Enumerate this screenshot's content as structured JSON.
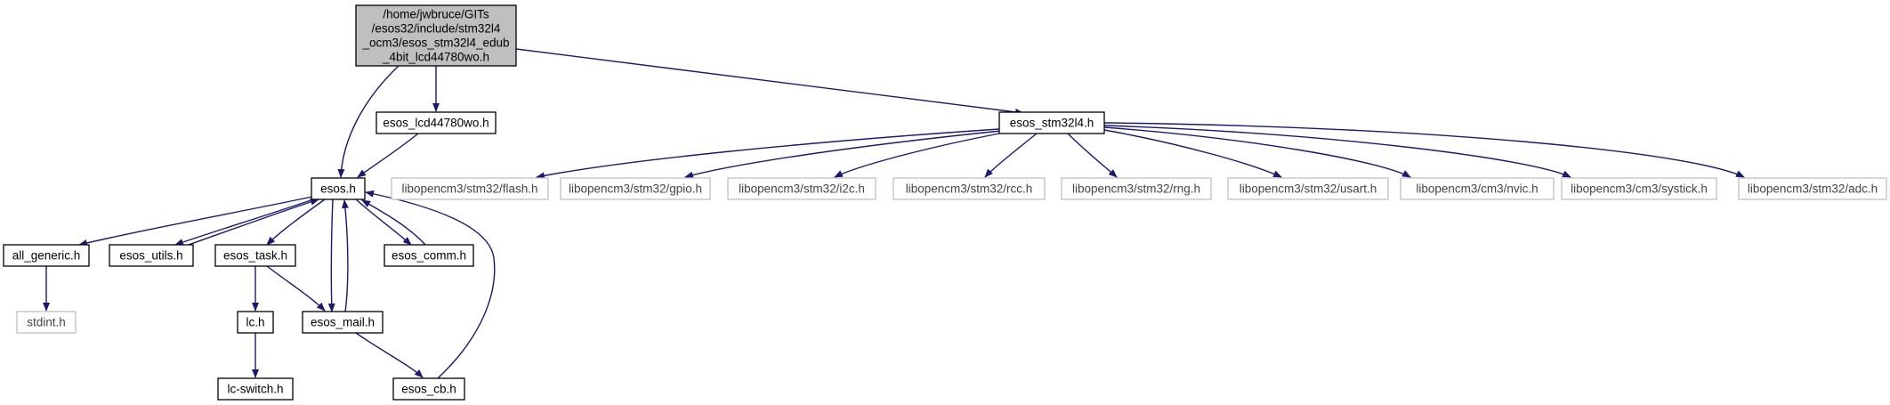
{
  "diagram": {
    "colors": {
      "edge": "#191970",
      "node_fill": "#ffffff",
      "node_border": "#000000",
      "external_border": "#bfbfbf",
      "root_fill": "#bfbfbf"
    },
    "nodes": {
      "root": {
        "lines": [
          "/home/jwbruce/GITs",
          "/esos32/include/stm32l4",
          "_ocm3/esos_stm32l4_edub",
          "_4bit_lcd44780wo.h"
        ],
        "kind": "root"
      },
      "lcd": {
        "lines": [
          "esos_lcd44780wo.h"
        ],
        "kind": "normal"
      },
      "stm32l4": {
        "lines": [
          "esos_stm32l4.h"
        ],
        "kind": "normal"
      },
      "esos": {
        "lines": [
          "esos.h"
        ],
        "kind": "normal"
      },
      "all_generic": {
        "lines": [
          "all_generic.h"
        ],
        "kind": "normal"
      },
      "utils": {
        "lines": [
          "esos_utils.h"
        ],
        "kind": "normal"
      },
      "task": {
        "lines": [
          "esos_task.h"
        ],
        "kind": "normal"
      },
      "comm": {
        "lines": [
          "esos_comm.h"
        ],
        "kind": "normal"
      },
      "stdint": {
        "lines": [
          "stdint.h"
        ],
        "kind": "external"
      },
      "lc": {
        "lines": [
          "lc.h"
        ],
        "kind": "normal"
      },
      "mail": {
        "lines": [
          "esos_mail.h"
        ],
        "kind": "normal"
      },
      "lcswitch": {
        "lines": [
          "lc-switch.h"
        ],
        "kind": "normal"
      },
      "cb": {
        "lines": [
          "esos_cb.h"
        ],
        "kind": "normal"
      },
      "flash": {
        "lines": [
          "libopencm3/stm32/flash.h"
        ],
        "kind": "external"
      },
      "gpio": {
        "lines": [
          "libopencm3/stm32/gpio.h"
        ],
        "kind": "external"
      },
      "i2c": {
        "lines": [
          "libopencm3/stm32/i2c.h"
        ],
        "kind": "external"
      },
      "rcc": {
        "lines": [
          "libopencm3/stm32/rcc.h"
        ],
        "kind": "external"
      },
      "rng": {
        "lines": [
          "libopencm3/stm32/rng.h"
        ],
        "kind": "external"
      },
      "usart": {
        "lines": [
          "libopencm3/stm32/usart.h"
        ],
        "kind": "external"
      },
      "nvic": {
        "lines": [
          "libopencm3/cm3/nvic.h"
        ],
        "kind": "external"
      },
      "systick": {
        "lines": [
          "libopencm3/cm3/systick.h"
        ],
        "kind": "external"
      },
      "adc": {
        "lines": [
          "libopencm3/stm32/adc.h"
        ],
        "kind": "external"
      }
    },
    "edges": [
      {
        "from": "root",
        "to": "esos"
      },
      {
        "from": "root",
        "to": "lcd"
      },
      {
        "from": "root",
        "to": "stm32l4"
      },
      {
        "from": "lcd",
        "to": "esos"
      },
      {
        "from": "esos",
        "to": "all_generic"
      },
      {
        "from": "esos",
        "to": "utils"
      },
      {
        "from": "utils",
        "to": "esos"
      },
      {
        "from": "esos",
        "to": "task"
      },
      {
        "from": "esos",
        "to": "mail"
      },
      {
        "from": "mail",
        "to": "esos"
      },
      {
        "from": "esos",
        "to": "comm"
      },
      {
        "from": "comm",
        "to": "esos"
      },
      {
        "from": "cb",
        "to": "esos"
      },
      {
        "from": "all_generic",
        "to": "stdint"
      },
      {
        "from": "task",
        "to": "lc"
      },
      {
        "from": "task",
        "to": "mail"
      },
      {
        "from": "lc",
        "to": "lcswitch"
      },
      {
        "from": "mail",
        "to": "cb"
      },
      {
        "from": "stm32l4",
        "to": "flash"
      },
      {
        "from": "stm32l4",
        "to": "gpio"
      },
      {
        "from": "stm32l4",
        "to": "i2c"
      },
      {
        "from": "stm32l4",
        "to": "rcc"
      },
      {
        "from": "stm32l4",
        "to": "rng"
      },
      {
        "from": "stm32l4",
        "to": "usart"
      },
      {
        "from": "stm32l4",
        "to": "nvic"
      },
      {
        "from": "stm32l4",
        "to": "systick"
      },
      {
        "from": "stm32l4",
        "to": "adc"
      }
    ]
  }
}
